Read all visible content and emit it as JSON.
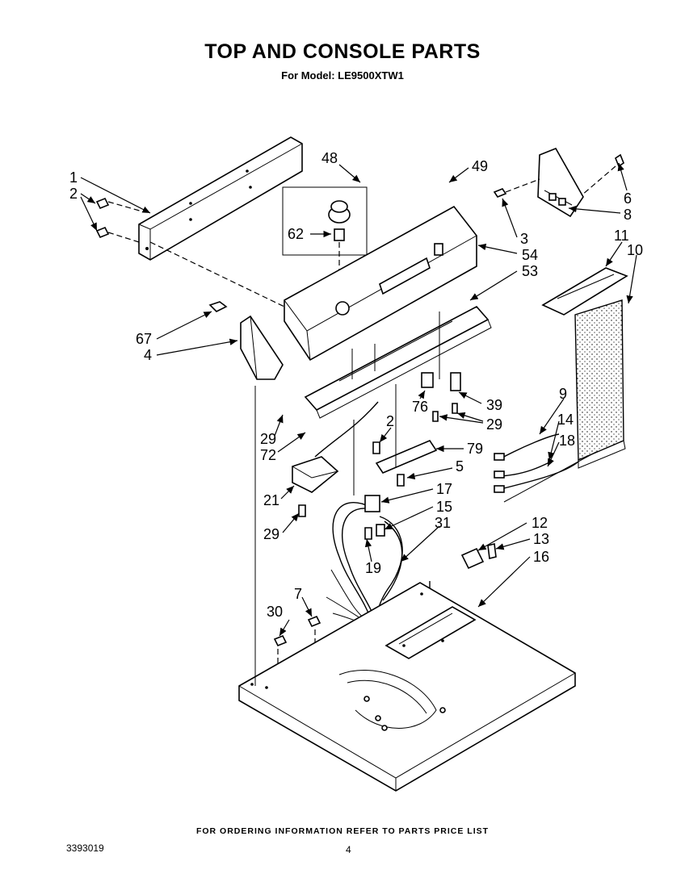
{
  "header": {
    "title": "TOP AND CONSOLE PARTS",
    "model_line": "For Model: LE9500XTW1"
  },
  "footer": {
    "ordering_note": "FOR ORDERING INFORMATION REFER TO PARTS PRICE LIST",
    "document_number": "3393019",
    "page_number": "4"
  },
  "callouts": [
    {
      "id": "c1",
      "text": "1"
    },
    {
      "id": "c2a",
      "text": "2"
    },
    {
      "id": "c48",
      "text": "48"
    },
    {
      "id": "c62",
      "text": "62"
    },
    {
      "id": "c49",
      "text": "49"
    },
    {
      "id": "c6",
      "text": "6"
    },
    {
      "id": "c8",
      "text": "8"
    },
    {
      "id": "c3",
      "text": "3"
    },
    {
      "id": "c11",
      "text": "11"
    },
    {
      "id": "c10",
      "text": "10"
    },
    {
      "id": "c54",
      "text": "54"
    },
    {
      "id": "c53",
      "text": "53"
    },
    {
      "id": "c67",
      "text": "67"
    },
    {
      "id": "c4",
      "text": "4"
    },
    {
      "id": "c76",
      "text": "76"
    },
    {
      "id": "c39",
      "text": "39"
    },
    {
      "id": "c29a",
      "text": "29"
    },
    {
      "id": "c29b",
      "text": "29"
    },
    {
      "id": "c72",
      "text": "72"
    },
    {
      "id": "c2b",
      "text": "2"
    },
    {
      "id": "c9",
      "text": "9"
    },
    {
      "id": "c14",
      "text": "14"
    },
    {
      "id": "c18",
      "text": "18"
    },
    {
      "id": "c79",
      "text": "79"
    },
    {
      "id": "c5",
      "text": "5"
    },
    {
      "id": "c21",
      "text": "21"
    },
    {
      "id": "c17",
      "text": "17"
    },
    {
      "id": "c15",
      "text": "15"
    },
    {
      "id": "c29c",
      "text": "29"
    },
    {
      "id": "c31",
      "text": "31"
    },
    {
      "id": "c12",
      "text": "12"
    },
    {
      "id": "c13",
      "text": "13"
    },
    {
      "id": "c16",
      "text": "16"
    },
    {
      "id": "c19",
      "text": "19"
    },
    {
      "id": "c7",
      "text": "7"
    },
    {
      "id": "c30",
      "text": "30"
    }
  ]
}
